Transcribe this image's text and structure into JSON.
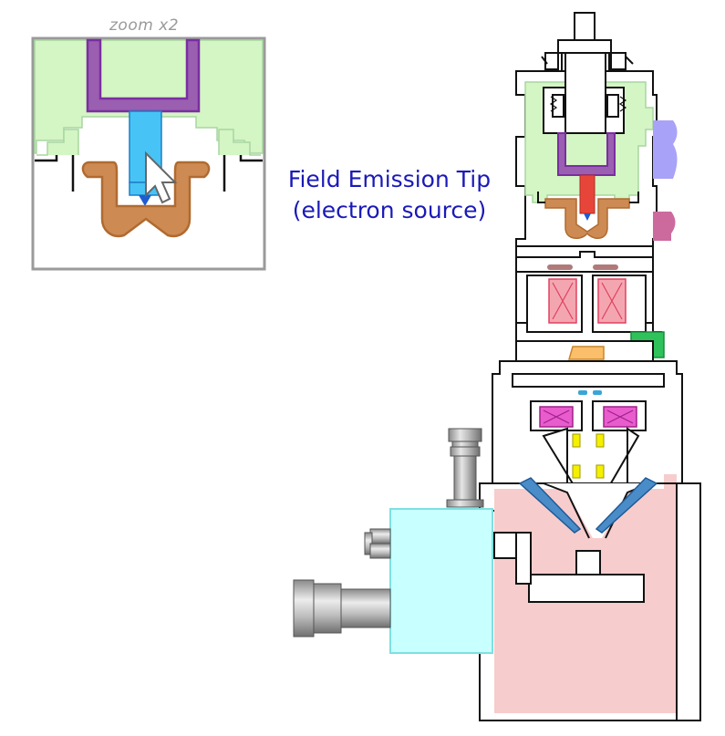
{
  "zoom_inset": {
    "label": "zoom x2"
  },
  "callout": {
    "line1": "Field Emission Tip",
    "line2": "(electron source)"
  },
  "colors": {
    "vacuum_green": "#d4f5c4",
    "wehnelt_purple": "#9a5fb0",
    "tip_blue": "#47c4f5",
    "tip_red": "#e8453a",
    "extractor_brown": "#cd8a52",
    "coil_pink": "#f4a6b0",
    "coil_magenta": "#e85ccd",
    "port_violet": "#a8a2f8",
    "port_rose": "#cc6a9e",
    "port_green": "#2fc25a",
    "aperture_orange": "#fbbe6a",
    "lens_blue": "#4a8cc8",
    "chamber_pink": "#f7cccc",
    "detector_cyan": "#c8ffff",
    "callout_text": "#1a1ab8"
  },
  "icons": [
    "cursor-arrow-icon"
  ]
}
